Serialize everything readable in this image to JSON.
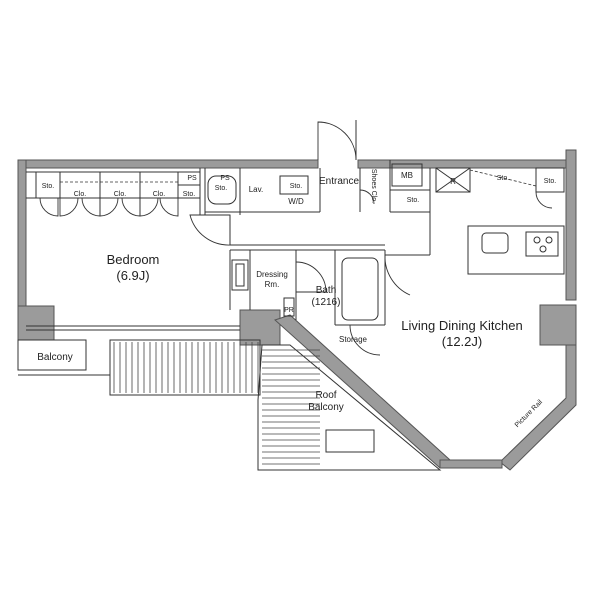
{
  "rooms": {
    "bedroom_name": "Bedroom",
    "bedroom_size": "(6.9J)",
    "ldk_name": "Living Dining Kitchen",
    "ldk_size": "(12.2J)",
    "entrance": "Entrance",
    "bath_name": "Bath",
    "bath_size": "(1216)",
    "dressing_line1": "Dressing",
    "dressing_line2": "Rm.",
    "storage": "Storage",
    "roof_balcony_line1": "Roof",
    "roof_balcony_line2": "Balcony",
    "balcony": "Balcony",
    "lav": "Lav.",
    "wd": "W/D",
    "mb": "MB",
    "ps": "PS",
    "sto": "Sto.",
    "clo": "Clo.",
    "shoes_clo": "Shoes Clo.",
    "r": "R",
    "pr": "PR",
    "picture_rail": "Picture Rail"
  }
}
